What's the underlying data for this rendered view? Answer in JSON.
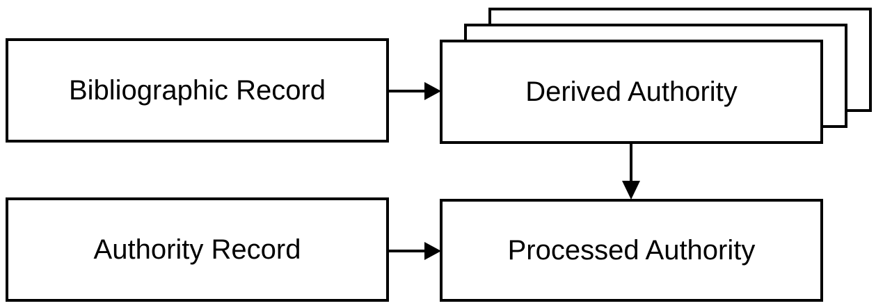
{
  "diagram": {
    "colors": {
      "background": "#ffffff",
      "node_fill": "#ffffff",
      "node_border": "#000000",
      "text": "#000000",
      "arrow": "#000000"
    },
    "nodes": {
      "bibliographic_record": {
        "label": "Bibliographic Record"
      },
      "derived_authority": {
        "label": "Derived Authority",
        "stacked_copies": 3
      },
      "authority_record": {
        "label": "Authority Record"
      },
      "processed_authority": {
        "label": "Processed Authority"
      }
    },
    "edges": [
      {
        "from": "bibliographic_record",
        "to": "derived_authority",
        "direction": "right"
      },
      {
        "from": "derived_authority",
        "to": "processed_authority",
        "direction": "down"
      },
      {
        "from": "authority_record",
        "to": "processed_authority",
        "direction": "right"
      }
    ]
  }
}
